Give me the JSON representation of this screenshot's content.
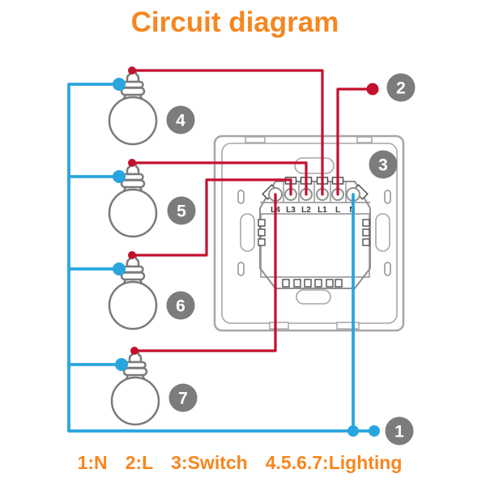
{
  "title": "Circuit diagram",
  "legend_items": [
    "1:N",
    "2:L",
    "3:Switch",
    "4.5.6.7:Lighting"
  ],
  "badges": [
    "1",
    "2",
    "3",
    "4",
    "5",
    "6",
    "7"
  ],
  "terminals": [
    "L4",
    "L3",
    "L2",
    "L1",
    "L",
    "N"
  ],
  "wiring": [
    {
      "from": "bulb-4",
      "to": "L1",
      "type": "live"
    },
    {
      "from": "bulb-5",
      "to": "L2",
      "type": "live"
    },
    {
      "from": "bulb-6",
      "to": "L3",
      "type": "live"
    },
    {
      "from": "bulb-7",
      "to": "L4",
      "type": "live"
    },
    {
      "from": "point-2-line-in",
      "to": "L",
      "type": "live"
    },
    {
      "from": "point-1-neutral-in",
      "to": "N",
      "type": "neutral"
    },
    {
      "from": "bulbs-4-5-6-7",
      "to": "neutral-bus",
      "type": "neutral"
    }
  ],
  "colors": {
    "accent_text": "#F6861F",
    "live_wire": "#C2112E",
    "neutral_wire": "#28A5DE",
    "badge": "#7C7C7C",
    "switch_outline": "#A6A6A6",
    "plate_outline": "#8F8F8F",
    "bulb_outline": "#7A7A7A",
    "terminal_text": "#3A3A3A"
  }
}
